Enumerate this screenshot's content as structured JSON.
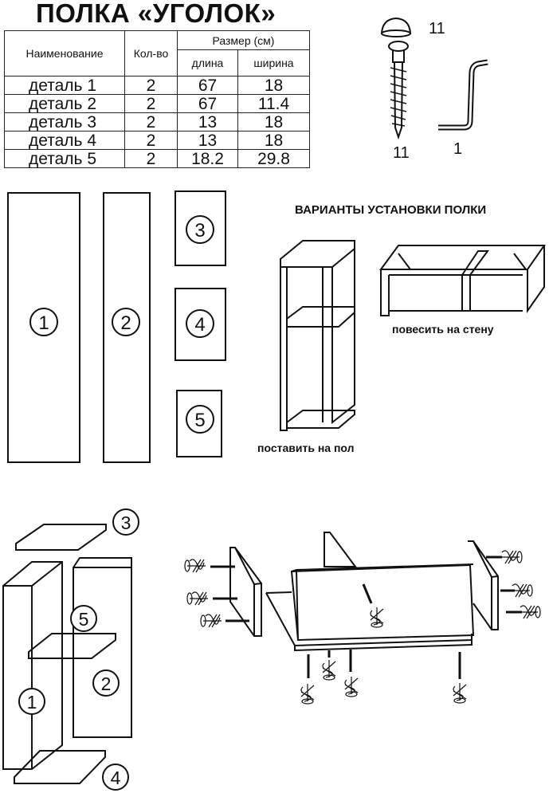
{
  "title": "ПОЛКА «УГОЛОК»",
  "table": {
    "headers": {
      "name": "Наименование",
      "qty": "Кол-во",
      "size": "Размер (см)",
      "length": "длина",
      "width": "ширина"
    },
    "rows": [
      {
        "name": "деталь 1",
        "qty": "2",
        "length": "67",
        "width": "18"
      },
      {
        "name": "деталь 2",
        "qty": "2",
        "length": "67",
        "width": "11.4"
      },
      {
        "name": "деталь 3",
        "qty": "2",
        "length": "13",
        "width": "18"
      },
      {
        "name": "деталь 4",
        "qty": "2",
        "length": "13",
        "width": "18"
      },
      {
        "name": "деталь 5",
        "qty": "2",
        "length": "18.2",
        "width": "29.8"
      }
    ]
  },
  "hardware": {
    "cap_count": "11",
    "screw_count": "11",
    "hex_key_count": "1"
  },
  "parts": [
    "1",
    "2",
    "3",
    "4",
    "5"
  ],
  "variants": {
    "heading": "ВАРИАНТЫ УСТАНОВКИ ПОЛКИ",
    "floor": "поставить на пол",
    "wall": "повесить на стену"
  },
  "assembly_labels": {
    "p1": "1",
    "p2": "2",
    "p3": "3",
    "p4": "4",
    "p5": "5"
  }
}
